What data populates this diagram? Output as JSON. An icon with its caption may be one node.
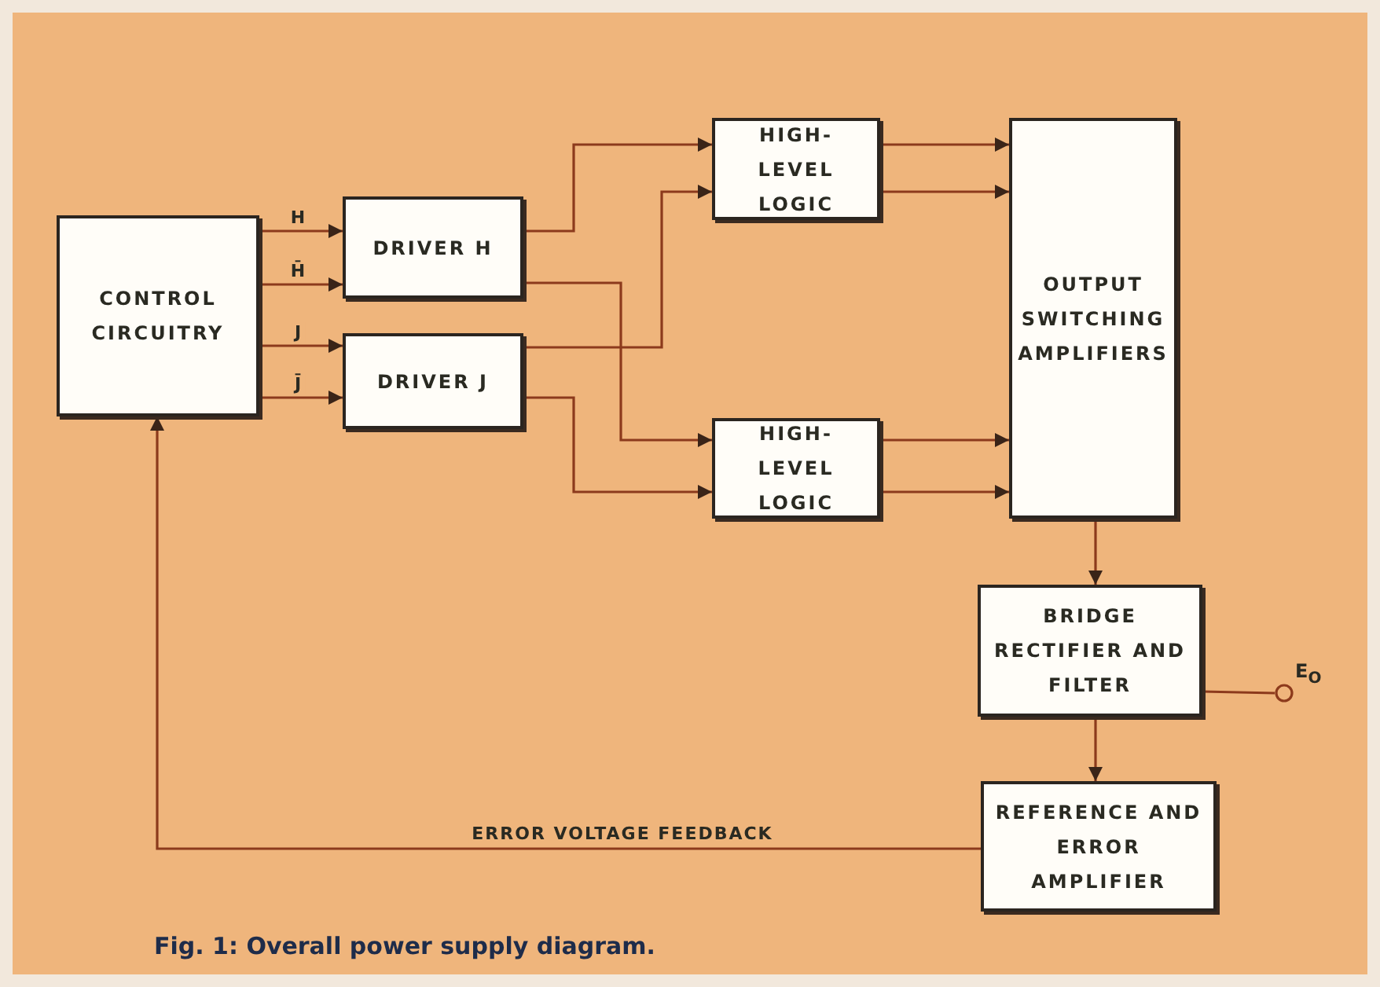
{
  "diagram": {
    "caption": "Fig. 1: Overall power supply diagram.",
    "nodes": [
      {
        "text": [
          "CONTROL CIRCUITRY"
        ]
      },
      {
        "text": [
          "DRIVER H"
        ]
      },
      {
        "text": [
          "DRIVER J"
        ]
      },
      {
        "text": [
          "HIGH-LEVEL LOGIC"
        ]
      },
      {
        "text": [
          "HIGH-LEVEL LOGIC"
        ]
      },
      {
        "text": [
          "OUTPUT SWITCHING AMPLIFIERS"
        ]
      },
      {
        "text": [
          "BRIDGE RECTIFIER AND FILTER"
        ]
      },
      {
        "text": [
          "REFERENCE AND ERROR AMPLIFIER"
        ]
      },
      {
        "text": [],
        "shape": "circle",
        "beside": [
          "E$_{O}$"
        ]
      }
    ],
    "edges": [
      {
        "from": 0,
        "to": 1,
        "arrow": "to",
        "label": "H"
      },
      {
        "from": 0,
        "to": 1,
        "arrow": "to",
        "label": "H̄"
      },
      {
        "from": 0,
        "to": 2,
        "arrow": "to",
        "label": "J"
      },
      {
        "from": 0,
        "to": 2,
        "arrow": "to",
        "label": "J̄"
      },
      {
        "from": 1,
        "to": 3,
        "arrow": "to"
      },
      {
        "from": 1,
        "to": 4,
        "arrow": "to"
      },
      {
        "from": 2,
        "to": 3,
        "arrow": "to"
      },
      {
        "from": 2,
        "to": 4,
        "arrow": "to"
      },
      {
        "from": 3,
        "to": 5,
        "arrow": "to"
      },
      {
        "from": 3,
        "to": 5,
        "arrow": "to"
      },
      {
        "from": 4,
        "to": 5,
        "arrow": "to"
      },
      {
        "from": 4,
        "to": 5,
        "arrow": "to"
      },
      {
        "from": 5,
        "to": 6,
        "arrow": "to"
      },
      {
        "from": 6,
        "to": 7,
        "arrow": "to"
      },
      {
        "from": 6,
        "to": 8,
        "arrow": "none"
      },
      {
        "from": 7,
        "to": 0,
        "arrow": "to",
        "label": "ERROR VOLTAGE FEEDBACK"
      }
    ]
  }
}
